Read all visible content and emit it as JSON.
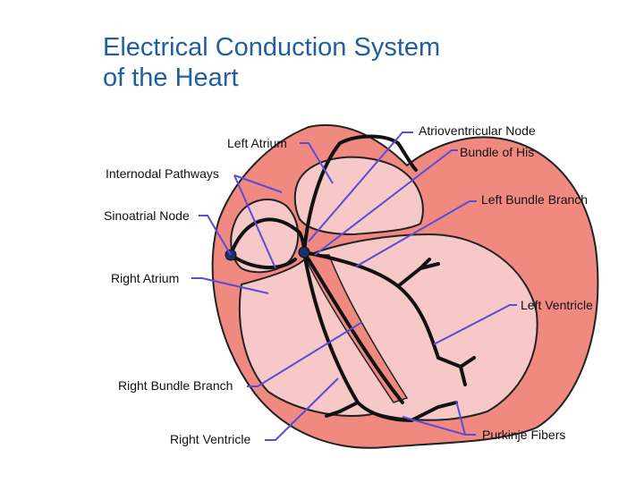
{
  "title": "Electrical Conduction System\nof the Heart",
  "labels": {
    "left_atrium": "Left Atrium",
    "av_node": "Atrioventricular Node",
    "bundle_of_his": "Bundle of His",
    "internodal_pathways": "Internodal Pathways",
    "left_bundle_branch": "Left Bundle Branch",
    "sinoatrial_node": "Sinoatrial Node",
    "right_atrium": "Right Atrium",
    "left_ventricle": "Left Ventricle",
    "right_bundle_branch": "Right Bundle Branch",
    "right_ventricle": "Right Ventricle",
    "purkinje_fibers": "Purkinje Fibers"
  },
  "colors": {
    "title": "#1f5f9f",
    "outer_wall": "#f08a80",
    "chamber": "#f6c8c8",
    "fiber": "#111111",
    "leader": "#5b4bd6"
  }
}
